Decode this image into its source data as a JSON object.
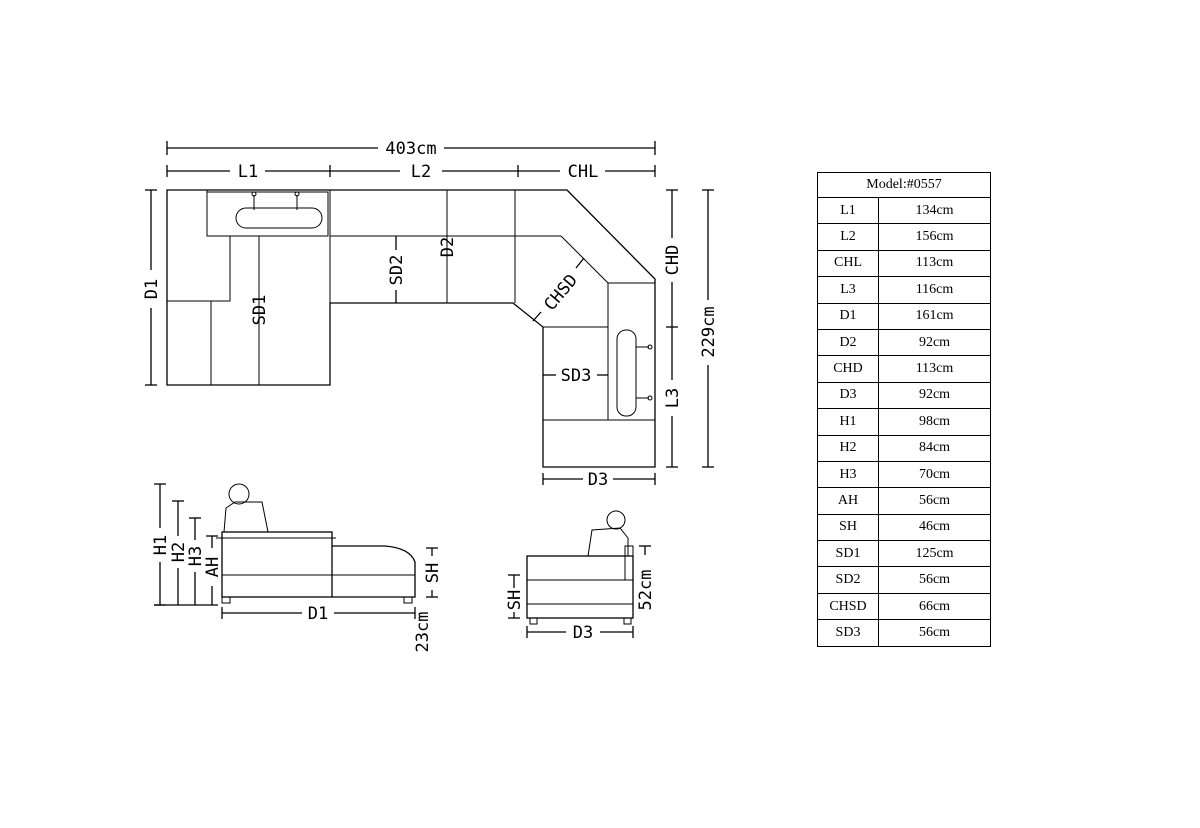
{
  "diagram": {
    "total_width_label": "403cm",
    "total_depth_label": "229cm",
    "top_view_labels": {
      "l1": "L1",
      "l2": "L2",
      "chl": "CHL",
      "d1": "D1",
      "sd1": "SD1",
      "sd2": "SD2",
      "d2": "D2",
      "chsd": "CHSD",
      "chd": "CHD",
      "sd3": "SD3",
      "l3": "L3",
      "d3": "D3"
    },
    "side_view_labels": {
      "h1": "H1",
      "h2": "H2",
      "h3": "H3",
      "ah": "AH",
      "sh": "SH",
      "d1": "D1",
      "leg": "23cm"
    },
    "end_view_labels": {
      "sh": "SH",
      "height": "52cm",
      "d3": "D3"
    }
  },
  "spec_table": {
    "model": "Model:#0557",
    "rows": [
      {
        "key": "L1",
        "value": "134cm"
      },
      {
        "key": "L2",
        "value": "156cm"
      },
      {
        "key": "CHL",
        "value": "113cm"
      },
      {
        "key": "L3",
        "value": "116cm"
      },
      {
        "key": "D1",
        "value": "161cm"
      },
      {
        "key": "D2",
        "value": "92cm"
      },
      {
        "key": "CHD",
        "value": "113cm"
      },
      {
        "key": "D3",
        "value": "92cm"
      },
      {
        "key": "H1",
        "value": "98cm"
      },
      {
        "key": "H2",
        "value": "84cm"
      },
      {
        "key": "H3",
        "value": "70cm"
      },
      {
        "key": "AH",
        "value": "56cm"
      },
      {
        "key": "SH",
        "value": "46cm"
      },
      {
        "key": "SD1",
        "value": "125cm"
      },
      {
        "key": "SD2",
        "value": "56cm"
      },
      {
        "key": "CHSD",
        "value": "66cm"
      },
      {
        "key": "SD3",
        "value": "56cm"
      }
    ]
  }
}
